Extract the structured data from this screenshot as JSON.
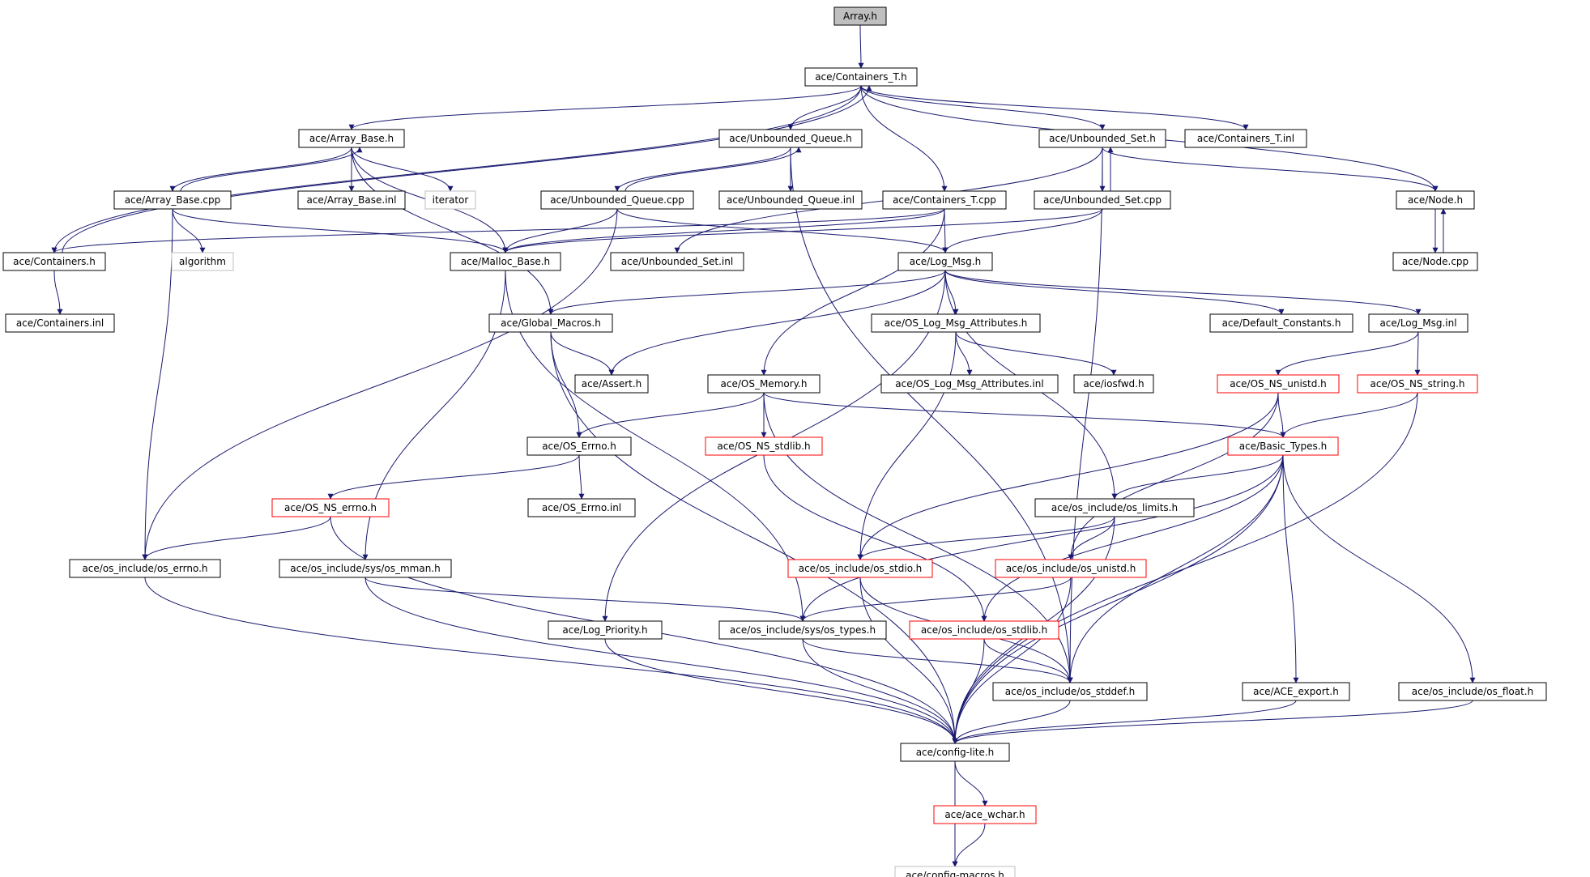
{
  "diagram": {
    "type": "include-dependency-graph",
    "colors": {
      "edge": "#191970",
      "root_fill": "#bfbfbf",
      "normal_border": "#000000",
      "truncated_border": "#ff0000",
      "external_border": "#bfbfbf",
      "text": "#000000"
    },
    "nodes": [
      {
        "id": "array_h",
        "label": "Array.h",
        "kind": "root"
      },
      {
        "id": "containers_t_h",
        "label": "ace/Containers_T.h",
        "kind": "normal"
      },
      {
        "id": "array_base_h",
        "label": "ace/Array_Base.h",
        "kind": "normal"
      },
      {
        "id": "unbounded_queue_h",
        "label": "ace/Unbounded_Queue.h",
        "kind": "normal"
      },
      {
        "id": "unbounded_set_h",
        "label": "ace/Unbounded_Set.h",
        "kind": "normal"
      },
      {
        "id": "containers_t_inl",
        "label": "ace/Containers_T.inl",
        "kind": "normal"
      },
      {
        "id": "array_base_cpp",
        "label": "ace/Array_Base.cpp",
        "kind": "normal"
      },
      {
        "id": "array_base_inl",
        "label": "ace/Array_Base.inl",
        "kind": "normal"
      },
      {
        "id": "iterator",
        "label": "iterator",
        "kind": "external"
      },
      {
        "id": "unbounded_queue_cpp",
        "label": "ace/Unbounded_Queue.cpp",
        "kind": "normal"
      },
      {
        "id": "unbounded_queue_inl",
        "label": "ace/Unbounded_Queue.inl",
        "kind": "normal"
      },
      {
        "id": "containers_t_cpp",
        "label": "ace/Containers_T.cpp",
        "kind": "normal"
      },
      {
        "id": "unbounded_set_cpp",
        "label": "ace/Unbounded_Set.cpp",
        "kind": "normal"
      },
      {
        "id": "node_h",
        "label": "ace/Node.h",
        "kind": "normal"
      },
      {
        "id": "containers_h",
        "label": "ace/Containers.h",
        "kind": "normal"
      },
      {
        "id": "algorithm",
        "label": "algorithm",
        "kind": "external"
      },
      {
        "id": "malloc_base_h",
        "label": "ace/Malloc_Base.h",
        "kind": "normal"
      },
      {
        "id": "unbounded_set_inl",
        "label": "ace/Unbounded_Set.inl",
        "kind": "normal"
      },
      {
        "id": "log_msg_h",
        "label": "ace/Log_Msg.h",
        "kind": "normal"
      },
      {
        "id": "node_cpp",
        "label": "ace/Node.cpp",
        "kind": "normal"
      },
      {
        "id": "containers_inl",
        "label": "ace/Containers.inl",
        "kind": "normal"
      },
      {
        "id": "global_macros_h",
        "label": "ace/Global_Macros.h",
        "kind": "normal"
      },
      {
        "id": "os_log_msg_attributes_h",
        "label": "ace/OS_Log_Msg_Attributes.h",
        "kind": "normal"
      },
      {
        "id": "default_constants_h",
        "label": "ace/Default_Constants.h",
        "kind": "normal"
      },
      {
        "id": "log_msg_inl",
        "label": "ace/Log_Msg.inl",
        "kind": "normal"
      },
      {
        "id": "assert_h",
        "label": "ace/Assert.h",
        "kind": "normal"
      },
      {
        "id": "os_memory_h",
        "label": "ace/OS_Memory.h",
        "kind": "normal"
      },
      {
        "id": "os_log_msg_attributes_inl",
        "label": "ace/OS_Log_Msg_Attributes.inl",
        "kind": "normal"
      },
      {
        "id": "iosfwd_h",
        "label": "ace/iosfwd.h",
        "kind": "normal"
      },
      {
        "id": "os_ns_unistd_h",
        "label": "ace/OS_NS_unistd.h",
        "kind": "truncated"
      },
      {
        "id": "os_ns_string_h",
        "label": "ace/OS_NS_string.h",
        "kind": "truncated"
      },
      {
        "id": "os_errno_h",
        "label": "ace/OS_Errno.h",
        "kind": "normal"
      },
      {
        "id": "os_ns_stdlib_h",
        "label": "ace/OS_NS_stdlib.h",
        "kind": "truncated"
      },
      {
        "id": "basic_types_h",
        "label": "ace/Basic_Types.h",
        "kind": "truncated"
      },
      {
        "id": "os_ns_errno_h",
        "label": "ace/OS_NS_errno.h",
        "kind": "truncated"
      },
      {
        "id": "os_errno_inl",
        "label": "ace/OS_Errno.inl",
        "kind": "normal"
      },
      {
        "id": "os_include_os_limits_h",
        "label": "ace/os_include/os_limits.h",
        "kind": "normal"
      },
      {
        "id": "os_include_os_errno_h",
        "label": "ace/os_include/os_errno.h",
        "kind": "normal"
      },
      {
        "id": "os_include_sys_os_mman_h",
        "label": "ace/os_include/sys/os_mman.h",
        "kind": "normal"
      },
      {
        "id": "os_include_os_stdio_h",
        "label": "ace/os_include/os_stdio.h",
        "kind": "truncated"
      },
      {
        "id": "os_include_os_unistd_h",
        "label": "ace/os_include/os_unistd.h",
        "kind": "truncated"
      },
      {
        "id": "log_priority_h",
        "label": "ace/Log_Priority.h",
        "kind": "normal"
      },
      {
        "id": "os_include_sys_os_types_h",
        "label": "ace/os_include/sys/os_types.h",
        "kind": "normal"
      },
      {
        "id": "os_include_os_stdlib_h",
        "label": "ace/os_include/os_stdlib.h",
        "kind": "truncated"
      },
      {
        "id": "os_include_os_stddef_h",
        "label": "ace/os_include/os_stddef.h",
        "kind": "normal"
      },
      {
        "id": "ace_export_h",
        "label": "ace/ACE_export.h",
        "kind": "normal"
      },
      {
        "id": "os_include_os_float_h",
        "label": "ace/os_include/os_float.h",
        "kind": "normal"
      },
      {
        "id": "config_lite_h",
        "label": "ace/config-lite.h",
        "kind": "normal"
      },
      {
        "id": "ace_wchar_h",
        "label": "ace/ace_wchar.h",
        "kind": "truncated"
      },
      {
        "id": "config_macros_h",
        "label": "ace/config-macros.h",
        "kind": "external"
      }
    ],
    "edges": [
      [
        "array_h",
        "containers_t_h"
      ],
      [
        "containers_t_h",
        "array_base_h"
      ],
      [
        "containers_t_h",
        "unbounded_queue_h"
      ],
      [
        "containers_t_h",
        "unbounded_set_h"
      ],
      [
        "containers_t_h",
        "containers_t_inl"
      ],
      [
        "containers_t_h",
        "containers_t_cpp"
      ],
      [
        "containers_t_h",
        "node_h"
      ],
      [
        "containers_t_h",
        "containers_h"
      ],
      [
        "array_base_h",
        "array_base_cpp"
      ],
      [
        "array_base_h",
        "array_base_inl"
      ],
      [
        "array_base_h",
        "iterator"
      ],
      [
        "array_base_h",
        "global_macros_h"
      ],
      [
        "array_base_h",
        "malloc_base_h"
      ],
      [
        "array_base_cpp",
        "array_base_h"
      ],
      [
        "array_base_cpp",
        "algorithm"
      ],
      [
        "array_base_cpp",
        "malloc_base_h"
      ],
      [
        "array_base_cpp",
        "os_include_os_errno_h"
      ],
      [
        "unbounded_queue_h",
        "unbounded_queue_cpp"
      ],
      [
        "unbounded_queue_h",
        "unbounded_queue_inl"
      ],
      [
        "unbounded_queue_h",
        "os_include_os_stddef_h"
      ],
      [
        "unbounded_queue_cpp",
        "unbounded_queue_h"
      ],
      [
        "unbounded_queue_cpp",
        "malloc_base_h"
      ],
      [
        "unbounded_queue_cpp",
        "log_msg_h"
      ],
      [
        "unbounded_queue_cpp",
        "os_include_os_errno_h"
      ],
      [
        "unbounded_set_h",
        "unbounded_set_cpp"
      ],
      [
        "unbounded_set_h",
        "node_h"
      ],
      [
        "unbounded_set_h",
        "unbounded_set_inl"
      ],
      [
        "unbounded_set_h",
        "os_include_os_stddef_h"
      ],
      [
        "unbounded_set_cpp",
        "unbounded_set_h"
      ],
      [
        "unbounded_set_cpp",
        "malloc_base_h"
      ],
      [
        "unbounded_set_cpp",
        "log_msg_h"
      ],
      [
        "containers_t_cpp",
        "malloc_base_h"
      ],
      [
        "containers_t_cpp",
        "log_msg_h"
      ],
      [
        "containers_t_cpp",
        "containers_h"
      ],
      [
        "containers_t_cpp",
        "os_memory_h"
      ],
      [
        "node_h",
        "node_cpp"
      ],
      [
        "node_cpp",
        "node_h"
      ],
      [
        "containers_h",
        "containers_t_h"
      ],
      [
        "containers_h",
        "containers_inl"
      ],
      [
        "malloc_base_h",
        "os_include_sys_os_mman_h"
      ],
      [
        "malloc_base_h",
        "os_include_sys_os_types_h"
      ],
      [
        "log_msg_h",
        "global_macros_h"
      ],
      [
        "log_msg_h",
        "assert_h"
      ],
      [
        "log_msg_h",
        "os_log_msg_attributes_h"
      ],
      [
        "log_msg_h",
        "default_constants_h"
      ],
      [
        "log_msg_h",
        "log_msg_inl"
      ],
      [
        "log_msg_h",
        "log_priority_h"
      ],
      [
        "log_msg_h",
        "os_include_os_limits_h"
      ],
      [
        "global_macros_h",
        "assert_h"
      ],
      [
        "global_macros_h",
        "os_errno_h"
      ],
      [
        "global_macros_h",
        "config_lite_h"
      ],
      [
        "os_log_msg_attributes_h",
        "os_log_msg_attributes_inl"
      ],
      [
        "os_log_msg_attributes_h",
        "iosfwd_h"
      ],
      [
        "os_log_msg_attributes_h",
        "os_include_os_stdio_h"
      ],
      [
        "log_msg_inl",
        "os_ns_unistd_h"
      ],
      [
        "log_msg_inl",
        "os_ns_string_h"
      ],
      [
        "os_memory_h",
        "os_errno_h"
      ],
      [
        "os_memory_h",
        "os_ns_stdlib_h"
      ],
      [
        "os_memory_h",
        "basic_types_h"
      ],
      [
        "os_memory_h",
        "os_include_os_stddef_h"
      ],
      [
        "os_ns_unistd_h",
        "basic_types_h"
      ],
      [
        "os_ns_unistd_h",
        "os_include_os_stdio_h"
      ],
      [
        "os_ns_unistd_h",
        "os_include_os_unistd_h"
      ],
      [
        "os_ns_string_h",
        "basic_types_h"
      ],
      [
        "os_ns_string_h",
        "config_lite_h"
      ],
      [
        "os_errno_h",
        "os_ns_errno_h"
      ],
      [
        "os_errno_h",
        "os_errno_inl"
      ],
      [
        "os_ns_stdlib_h",
        "os_include_os_stdlib_h"
      ],
      [
        "os_ns_errno_h",
        "os_include_os_errno_h"
      ],
      [
        "os_ns_errno_h",
        "config_lite_h"
      ],
      [
        "basic_types_h",
        "os_include_os_limits_h"
      ],
      [
        "basic_types_h",
        "os_include_sys_os_types_h"
      ],
      [
        "basic_types_h",
        "os_include_os_stdlib_h"
      ],
      [
        "basic_types_h",
        "os_include_os_stddef_h"
      ],
      [
        "basic_types_h",
        "ace_export_h"
      ],
      [
        "basic_types_h",
        "os_include_os_float_h"
      ],
      [
        "basic_types_h",
        "config_lite_h"
      ],
      [
        "os_include_os_limits_h",
        "os_include_os_stdio_h"
      ],
      [
        "os_include_os_limits_h",
        "os_include_os_unistd_h"
      ],
      [
        "os_include_os_limits_h",
        "config_lite_h"
      ],
      [
        "os_include_os_errno_h",
        "config_lite_h"
      ],
      [
        "os_include_sys_os_mman_h",
        "os_include_sys_os_types_h"
      ],
      [
        "os_include_sys_os_mman_h",
        "config_lite_h"
      ],
      [
        "os_include_os_stdio_h",
        "os_include_os_stddef_h"
      ],
      [
        "os_include_os_stdio_h",
        "config_lite_h"
      ],
      [
        "os_include_os_unistd_h",
        "os_include_sys_os_types_h"
      ],
      [
        "os_include_os_unistd_h",
        "config_lite_h"
      ],
      [
        "log_priority_h",
        "config_lite_h"
      ],
      [
        "os_include_sys_os_types_h",
        "os_include_os_stddef_h"
      ],
      [
        "os_include_sys_os_types_h",
        "config_lite_h"
      ],
      [
        "os_include_os_stdlib_h",
        "os_include_os_stddef_h"
      ],
      [
        "os_include_os_stdlib_h",
        "config_lite_h"
      ],
      [
        "os_include_os_stddef_h",
        "config_lite_h"
      ],
      [
        "ace_export_h",
        "config_lite_h"
      ],
      [
        "os_include_os_float_h",
        "config_lite_h"
      ],
      [
        "config_lite_h",
        "ace_wchar_h"
      ],
      [
        "config_lite_h",
        "config_macros_h"
      ],
      [
        "ace_wchar_h",
        "config_macros_h"
      ]
    ]
  }
}
